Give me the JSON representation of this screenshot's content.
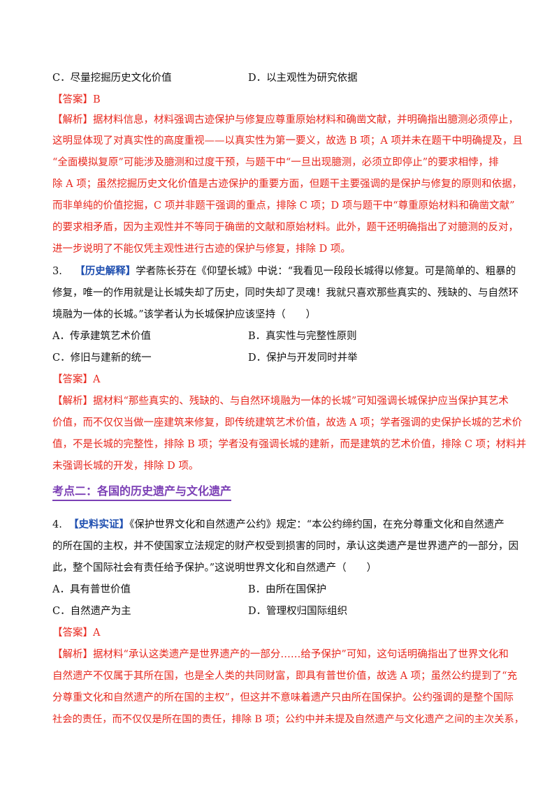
{
  "q2": {
    "options": {
      "C": "C．尽量挖掘历史文化价值",
      "D": "D．以主观性为研究依据"
    },
    "answer_tag": "【答案】",
    "answer": "B",
    "analysis_tag": "【解析】",
    "analysis_lines": [
      "据材料信息，材料强调古迹保护与修复应尊重原始材料和确凿文献，并明确指出臆测必须停止，",
      "这明显体现了对真实性的高度重视——以真实性为第一要义，故选 B 项；A 项并未在题干中明确提及，且",
      "“全面模拟复原”可能涉及臆测和过度干预，与题干中“一旦出现臆测，必须立即停止”的要求相悖，排",
      "除 A 项；虽然挖掘历史文化价值是古迹保护的重要方面，但题干主要强调的是保护与修复的原则和依据，",
      "而非单纯的价值挖掘，C 项并非题干强调的重点，排除 C 项；D 项与题干中“尊重原始材料和确凿文献”",
      "的要求相矛盾，因为主观性并不等同于确凿的文献和原始材料。此外，题干还明确指出了对臆测的反对，",
      "进一步说明了不能仅凭主观性进行古迹的保护与修复，排除 D 项。"
    ]
  },
  "q3": {
    "number": "3.",
    "tag": "【历史解释】",
    "stem_lines": [
      "学者陈长芬在《仰望长城》中说：“我看见一段段长城得以修复。可是简单的、粗暴的",
      "修复，唯一的作用就是让长城失却了历史，同时失却了灵魂！我就只喜欢那些真实的、残缺的、与自然环",
      "境融为一体的长城。”该学者认为长城保护应该坚持（　　）"
    ],
    "options": {
      "A": "A．传承建筑艺术价值",
      "B": "B．真实性与完整性原则",
      "C": "C．修旧与建新的统一",
      "D": "D．保护与开发同时并举"
    },
    "answer_tag": "【答案】",
    "answer": "A",
    "analysis_tag": "【解析】",
    "analysis_lines": [
      "据材料“那些真实的、残缺的、与自然环境融为一体的长城”可知强调长城保护应当保护其艺术",
      "价值，而不仅仅当做一座建筑来修复，即传统建筑艺术价值，故选 A 项；学者强调的史保护长城的艺术价",
      "值，不是长城的完整性，排除 B 项；学者没有强调长城的建新，而是建筑的艺术价值，排除 C 项；材料并",
      "未强调长城的开发，排除 D 项。"
    ]
  },
  "section_title": "考点二：各国的历史遗产与文化遗产",
  "q4": {
    "number": "4.",
    "tag": "【史料实证】",
    "stem_lines": [
      "《保护世界文化和自然遗产公约》规定：“本公约缔约国，在充分尊重文化和自然遗产",
      "的所在国的主权，并不使国家立法规定的财产权受到损害的同时，承认这类遗产是世界遗产的一部分，因",
      "此，整个国际社会有责任给予保护。”这说明世界文化和自然遗产（　　）"
    ],
    "options": {
      "A": "A．具有普世价值",
      "B": "B．由所在国保护",
      "C": "C．自然遗产为主",
      "D": "D．管理权归国际组织"
    },
    "answer_tag": "【答案】",
    "answer": "A",
    "analysis_tag": "【解析】",
    "analysis_lines": [
      "据材料“承认这类遗产是世界遗产的一部分……给予保护”可知，这句话明确指出了世界文化和",
      "自然遗产不仅属于其所在国，也是全人类的共同财富，即具有普世价值，故选 A 项；虽然公约提到了“充",
      "分尊重文化和自然遗产的所在国的主权”，但这并不意味着遗产只由所在国保护。公约强调的是整个国际",
      "社会的责任，而不仅仅是所在国的责任，排除 B 项；公约中并未提及自然遗产与文化遗产之间的主次关系，"
    ]
  }
}
